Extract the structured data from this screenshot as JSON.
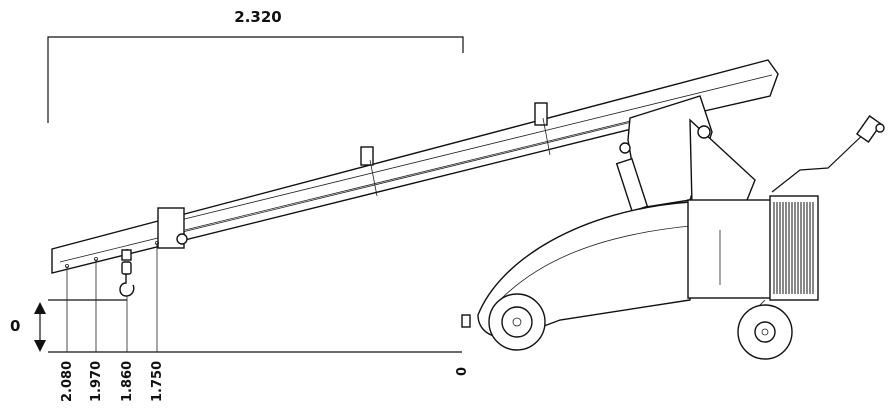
{
  "dimensions": {
    "reach": "2.320",
    "travel": "0",
    "zero_mark": "0",
    "heights": [
      "2.080",
      "1.970",
      "1.860",
      "1.750"
    ]
  },
  "colors": {
    "line": "#111111",
    "background": "#ffffff"
  }
}
